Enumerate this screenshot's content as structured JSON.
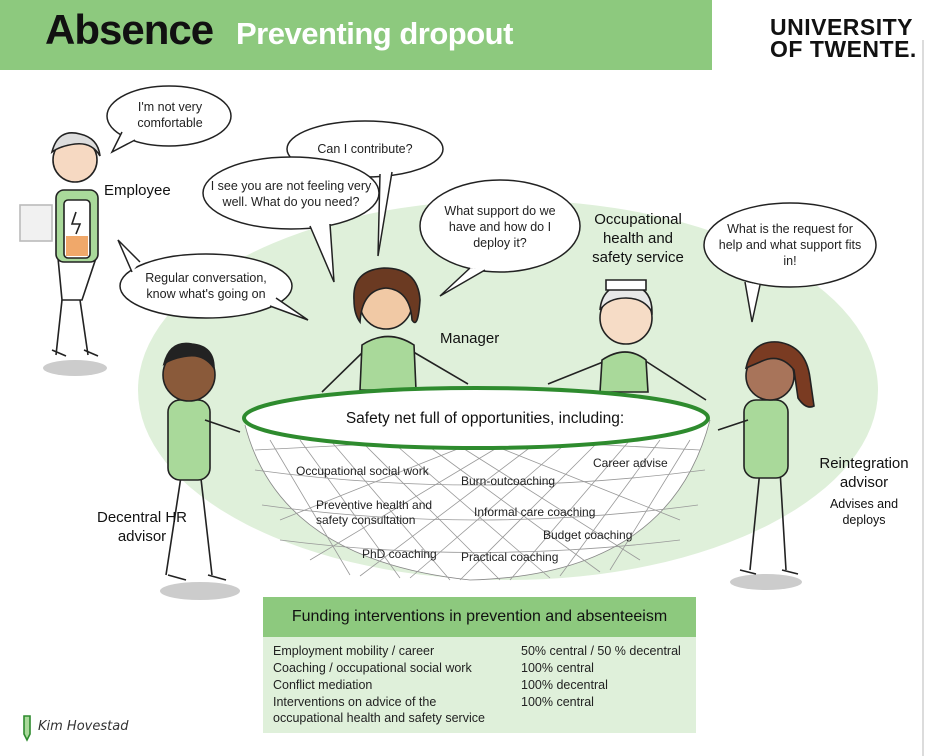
{
  "header": {
    "title": "Absence",
    "subtitle": "Preventing dropout",
    "logo_line1": "UNIVERSITY",
    "logo_line2": "OF TWENTE."
  },
  "bubbles": {
    "employee": "I'm not very comfortable",
    "contribute": "Can I contribute?",
    "feeling": "I see you are not feeling very well. What do you need?",
    "support": "What support do we have and how do I deploy it?",
    "request": "What is the request for help and what support fits in!",
    "conversation": "Regular conversation, know what's going on"
  },
  "roles": {
    "employee": "Employee",
    "manager": "Manager",
    "occupational": "Occupational health and safety service",
    "decentral_hr": "Decentral HR advisor",
    "reintegration": "Reintegration advisor",
    "reintegration_note": "Advises and deploys"
  },
  "net": {
    "title": "Safety net full of opportunities, including:",
    "items": [
      "Occupational social work",
      "Burn-outcoaching",
      "Career advise",
      "Preventive health and safety consultation",
      "Informal care coaching",
      "Budget coaching",
      "PhD coaching",
      "Practical coaching"
    ]
  },
  "funding": {
    "title": "Funding interventions in prevention and absenteeism",
    "rows": [
      {
        "label": "Employment mobility / career",
        "value": "50% central / 50 % decentral"
      },
      {
        "label": "Coaching / occupational social work",
        "value": "100% central"
      },
      {
        "label": "Conflict mediation",
        "value": "100% decentral"
      },
      {
        "label": "Interventions on advice of the occupational health and safety service",
        "value": "100% central"
      }
    ]
  },
  "signature": "Kim Hovestad",
  "colors": {
    "accent_green": "#8dc97e",
    "light_green": "#dff0da",
    "figure_green": "#a9d99a"
  }
}
